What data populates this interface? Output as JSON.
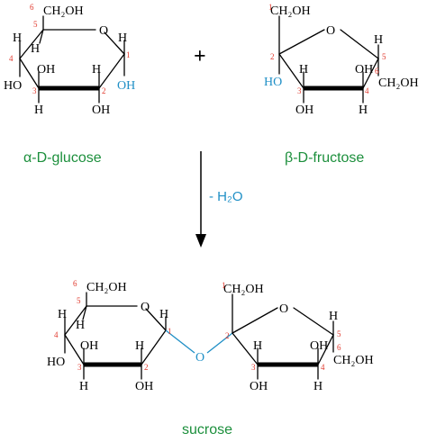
{
  "reaction": {
    "plus_sign": "+",
    "reagent": "- H₂O",
    "arrow_direction": "down",
    "reactants": [
      {
        "name": "α-D-glucose",
        "ring": "pyranose"
      },
      {
        "name": "β-D-fructose",
        "ring": "furanose"
      }
    ],
    "product": {
      "name": "sucrose"
    }
  },
  "labels": {
    "ring_oxygen": "O",
    "hydrogen": "H",
    "hydroxyl": "OH",
    "hydroxyl_left": "HO",
    "hydroxymethyl": "CH₂OH",
    "glycosidic_oxygen": "O",
    "numbers": [
      "1",
      "2",
      "3",
      "4",
      "5",
      "6"
    ]
  },
  "colors": {
    "structure": "#000000",
    "carbon_numbers": "#e03a2e",
    "reacting_groups": "#1f8fc6",
    "compound_names": "#1c8f3c"
  }
}
